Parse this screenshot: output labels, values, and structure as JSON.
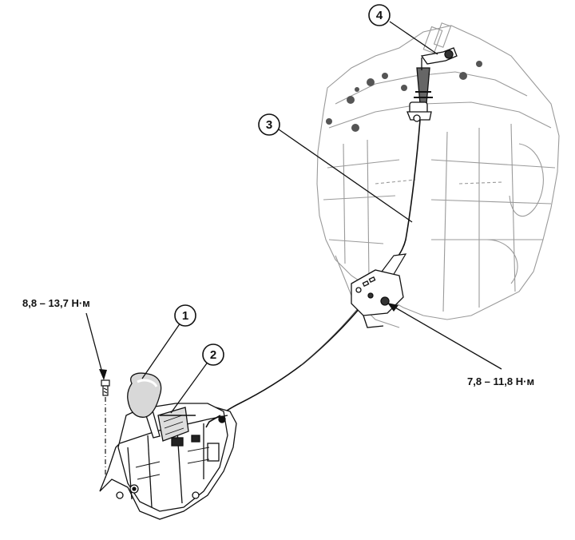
{
  "callouts": [
    {
      "number": "1"
    },
    {
      "number": "2"
    },
    {
      "number": "3"
    },
    {
      "number": "4"
    }
  ],
  "torque_labels": {
    "bolt_left": "8,8 – 13,7 Н·м",
    "bracket_right": "7,8 – 11,8 Н·м"
  },
  "colors": {
    "ink": "#111111",
    "ghost": "#9a9a9a"
  }
}
